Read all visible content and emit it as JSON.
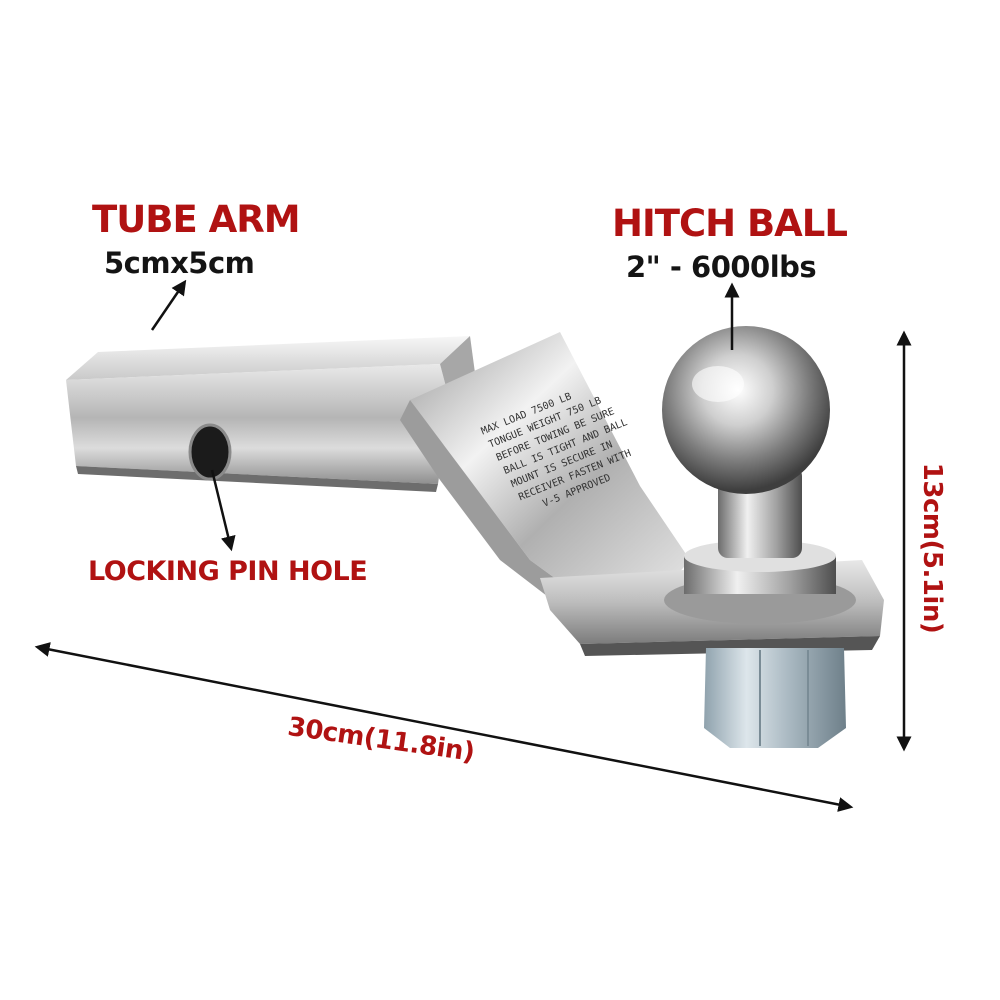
{
  "labels": {
    "tube_arm_title": "TUBE ARM",
    "tube_arm_size": "5cmx5cm",
    "hitch_ball_title": "HITCH BALL",
    "hitch_ball_spec": "2\" - 6000lbs",
    "locking_pin_hole": "LOCKING PIN HOLE",
    "length_dimension": "30cm(11.8in)",
    "height_dimension": "13cm(5.1in)"
  },
  "colors": {
    "label_red": "#b01212",
    "label_black": "#141414",
    "arrow": "#111111",
    "chrome": "#d9d9d9"
  }
}
